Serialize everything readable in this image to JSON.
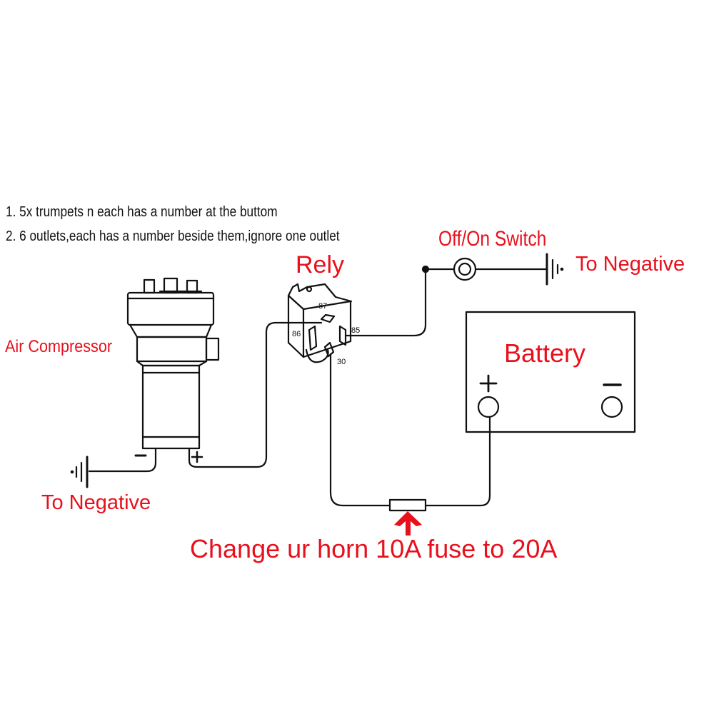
{
  "notes": [
    "1. 5x trumpets n each has a number at the buttom",
    "2. 6 outlets,each has a number beside them,ignore one outlet"
  ],
  "labels": {
    "relay": "Rely",
    "switch": "Off/On Switch",
    "switch_ground": "To Negative",
    "compressor": "Air Compressor",
    "compressor_ground": "To Negative",
    "battery": "Battery",
    "fuse_note": "Change ur horn 10A fuse to 20A"
  },
  "relay_pins": {
    "p87": "87",
    "p86": "86",
    "p85": "85",
    "p30": "30"
  },
  "compressor_terminals": {
    "neg": "−",
    "pos": "+"
  },
  "battery_terminals": {
    "pos": "+",
    "neg": "−"
  },
  "colors": {
    "annotation": "#e8101c",
    "line": "#111111"
  }
}
